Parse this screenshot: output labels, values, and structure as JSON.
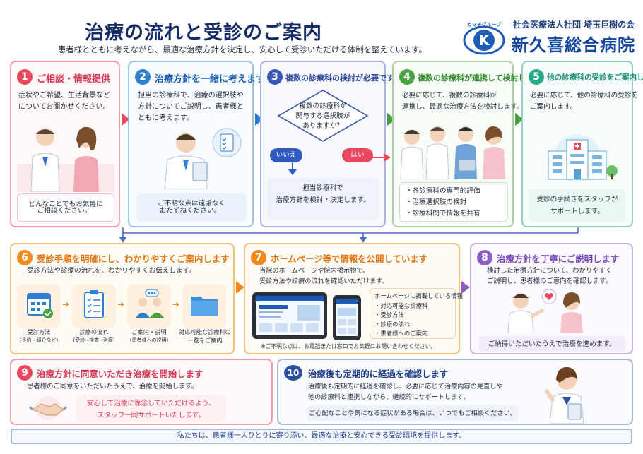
{
  "header": {
    "title": "治療の流れと受診のご案内",
    "subtitle": "患者様とともに考えながら、最適な治療方針を決定し、安心して受診いただける体制を整えています。",
    "logo_group": "カマチグループ",
    "logo_org": "社会医療法人社団 埼玉巨樹の会",
    "logo_name": "新久喜総合病院"
  },
  "steps": [
    {
      "number": "1",
      "title": "ご相談・情報提供",
      "text": [
        "症状やご希望、生活背景など",
        "についてお聞かせください。"
      ],
      "note": [
        "どんなことでもお気軽に",
        "ご相談ください。"
      ]
    },
    {
      "number": "2",
      "title": "治療方針を一緒に考えます",
      "text": [
        "担当の診療科で、治療の選択肢や",
        "方針についてご説明し、患者様と",
        "ともに考えます。"
      ],
      "note": [
        "ご不明な点は遠慮なく",
        "おたずねください。"
      ]
    },
    {
      "number": "3",
      "title": "複数の診療科の検討が必要ですか?",
      "decision": [
        "複数の診療科が",
        "関与する選択肢が",
        "ありますか？"
      ],
      "no_label": "いいえ",
      "yes_label": "はい",
      "note": [
        "担当診療科で",
        "治療方針を検討・決定します。"
      ]
    },
    {
      "number": "4",
      "title": "複数の診療科が連携して検討します",
      "text": [
        "必要に応じて、複数の診療科が",
        "連携し、最適な治療方法を検討します。"
      ],
      "bullets": [
        "各診療科の専門的評価",
        "治療選択肢の検討",
        "診療科間で情報を共有"
      ]
    },
    {
      "number": "5",
      "title": "他の診療科の受診をご案内します",
      "text": [
        "必要に応じて、他の診療科の受診を",
        "ご案内します。"
      ],
      "note": [
        "受診の手続きをスタッフが",
        "サポートします。"
      ]
    },
    {
      "number": "6",
      "title": "受診手順を明確にし、わかりやすくご案内します",
      "text": [
        "受診方法や診療の流れを、わかりやすくお伝えします。"
      ],
      "flow": [
        {
          "label": [
            "受診方法",
            "(予約・紹介など)"
          ],
          "icon": "calendar-icon"
        },
        {
          "label": [
            "診療の流れ",
            "(受診→検査→治療)"
          ],
          "icon": "clipboard-icon"
        },
        {
          "label": [
            "ご案内・説明",
            "(患者様への説明)"
          ],
          "icon": "consult-icon"
        },
        {
          "label": [
            "対応可能な診療科の",
            "一覧をご案内"
          ],
          "icon": "folder-icon"
        }
      ]
    },
    {
      "number": "7",
      "title": "ホームページ等で情報を公開しています",
      "text": [
        "当院のホームページや院内掲示物で、",
        "受診方法や診療の流れを確認いただけます。"
      ],
      "info_title": "ホームページに掲載している情報",
      "bullets": [
        "対応可能な診療科",
        "受診方法",
        "診療の流れ",
        "患者様へのご案内"
      ],
      "footnote": "※ご不明な点は、お電話または窓口でお気軽にお問い合わせください。"
    },
    {
      "number": "8",
      "title": "治療方針を丁寧にご説明します",
      "text": [
        "検討した治療方針について、わかりやすく",
        "ご説明し、患者様のご意向を確認します。"
      ],
      "note": [
        "ご納得いただいたうえで治療を進めます。"
      ]
    },
    {
      "number": "9",
      "title": "治療方針に同意いただき治療を開始します",
      "text": [
        "患者様のご同意をいただいたうえで、治療を開始します。"
      ],
      "note": [
        "安心して治療に専念していただけるよう、",
        "スタッフ一同サポートいたします。"
      ]
    },
    {
      "number": "10",
      "title": "治療後も定期的に経過を確認します",
      "text": [
        "治療後も定期的に経過を確認し、必要に応じて治療内容の見直しや",
        "他の診療科と連携しながら、継続的にサポートします。"
      ],
      "note": [
        "ご心配なことや気になる症状がある場合は、いつでもご相談ください。"
      ]
    }
  ],
  "footer": "私たちは、患者様一人ひとりに寄り添い、最適な治療と安心できる受診環境を提供します。",
  "colors": {
    "pink": "#e8495f",
    "blue": "#2f7fcf",
    "indigo": "#3b58b5",
    "green": "#48a23f",
    "teal": "#2aa889",
    "orange": "#f08a1c",
    "purple": "#8a5cc4",
    "navy": "#2c4f9e"
  }
}
